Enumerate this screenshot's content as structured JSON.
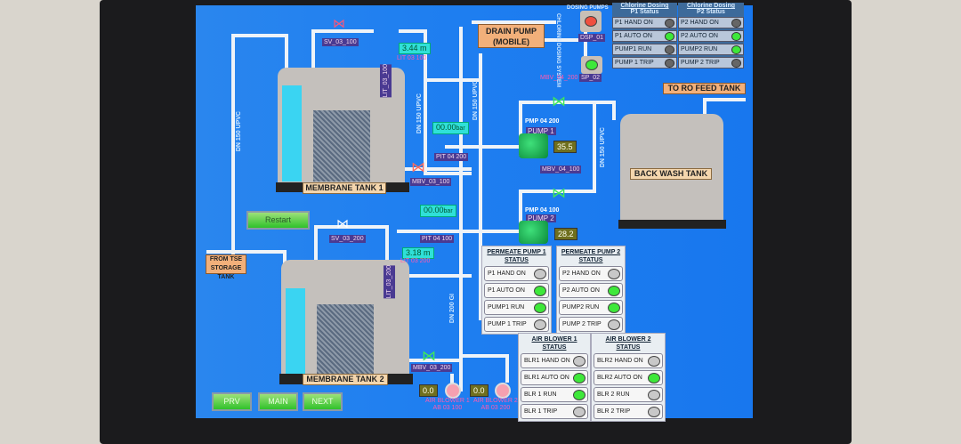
{
  "tanks": {
    "membrane1": "MEMBRANE TANK 1",
    "membrane2": "MEMBRANE TANK 2",
    "backwash": "BACK WASH TANK"
  },
  "labels": {
    "drain_pump": "DRAIN PUMP (MOBILE)",
    "to_ro": "TO RO FEED TANK",
    "from_tse": "FROM TSE STORAGE TANK",
    "dosing_pumps": "DOSING PUMPS",
    "chlorine_system": "CHLORINE DOSING SYSTEM"
  },
  "pipes": {
    "dn150_a": "DN 150 UPVC",
    "dn150_b": "DN 150 UPVC",
    "dn150_c": "DN 150 UPVC",
    "dn150_d": "DN 150 UPVC",
    "dn200": "DN 200 GI"
  },
  "instruments": {
    "sv_03_100": "SV_03_100",
    "sv_03_200": "SV_03_200",
    "lit_03_100": {
      "value": "3.44",
      "unit": "m",
      "tag": "LIT 03 100",
      "vtag": "LIT_03_100"
    },
    "lit_03_200": {
      "value": "3.18",
      "unit": "m",
      "tag": "LIT 03 200",
      "vtag": "LIT_03_200"
    },
    "pit_04_200": {
      "value": "00.00",
      "unit": "bar",
      "tag": "PIT 04 200"
    },
    "pit_04_100": {
      "value": "00.00",
      "unit": "bar",
      "tag": "PIT 04 100"
    },
    "mbv_03_100": "MBV_03_100",
    "mbv_03_200": "MBV_03_200",
    "mbv_04_100": "MBV_04_100",
    "mbv_04_200": "MBV_04_200",
    "sp_02": "SP_02",
    "dsp_01": "DSP_01"
  },
  "pumps": [
    {
      "tag": "PMP 04 200",
      "name": "PUMP 1",
      "value": "35.5"
    },
    {
      "tag": "PMP 04 100",
      "name": "PUMP 2",
      "value": "28.2"
    }
  ],
  "blowers": [
    {
      "value": "0.0",
      "name": "AIR BLOWER 1",
      "tag": "AB 03 100"
    },
    {
      "value": "0.0",
      "name": "AIR BLOWER 2",
      "tag": "AB 03 200"
    }
  ],
  "chlorine": [
    {
      "title": "Chlorine Dosing",
      "subtitle": "P1 Status",
      "rows": [
        {
          "label": "P1 HAND ON",
          "on": false
        },
        {
          "label": "P1 AUTO ON",
          "on": true
        },
        {
          "label": "PUMP1 RUN",
          "on": false
        },
        {
          "label": "PUMP 1 TRIP",
          "on": false
        }
      ]
    },
    {
      "title": "Chlorine Dosing",
      "subtitle": "P2 Status",
      "rows": [
        {
          "label": "P2 HAND ON",
          "on": false
        },
        {
          "label": "P2 AUTO ON",
          "on": true
        },
        {
          "label": "PUMP2 RUN",
          "on": true
        },
        {
          "label": "PUMP 2 TRIP",
          "on": false
        }
      ]
    }
  ],
  "permeate": [
    {
      "title": "PERMEATE PUMP 1 STATUS",
      "rows": [
        {
          "label": "P1 HAND ON",
          "on": false
        },
        {
          "label": "P1 AUTO ON",
          "on": true
        },
        {
          "label": "PUMP1 RUN",
          "on": true
        },
        {
          "label": "PUMP 1 TRIP",
          "on": false
        }
      ]
    },
    {
      "title": "PERMEATE PUMP 2 STATUS",
      "rows": [
        {
          "label": "P2 HAND ON",
          "on": false
        },
        {
          "label": "P2 AUTO ON",
          "on": true
        },
        {
          "label": "PUMP2 RUN",
          "on": true
        },
        {
          "label": "PUMP 2 TRIP",
          "on": false
        }
      ]
    }
  ],
  "air": [
    {
      "title": "AIR BLOWER 1 STATUS",
      "rows": [
        {
          "label": "BLR1 HAND ON",
          "on": false
        },
        {
          "label": "BLR1 AUTO ON",
          "on": true
        },
        {
          "label": "BLR 1 RUN",
          "on": true
        },
        {
          "label": "BLR 1 TRIP",
          "on": false
        }
      ]
    },
    {
      "title": "AIR BLOWER 2 STATUS",
      "rows": [
        {
          "label": "BLR2 HAND ON",
          "on": false
        },
        {
          "label": "BLR2 AUTO ON",
          "on": true
        },
        {
          "label": "BLR 2 RUN",
          "on": false
        },
        {
          "label": "BLR 2 TRIP",
          "on": false
        }
      ]
    }
  ],
  "buttons": {
    "restart": "Restart",
    "prev": "PRV",
    "main": "MAIN",
    "next": "NEXT"
  }
}
